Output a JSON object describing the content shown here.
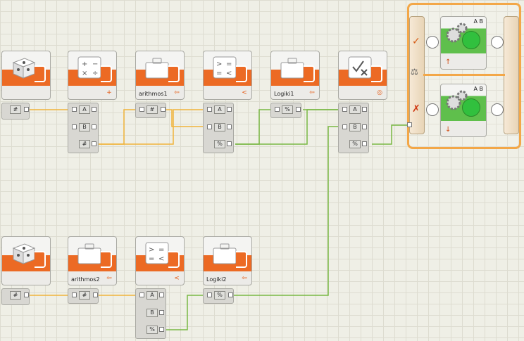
{
  "blocks": {
    "random1_badge": "#",
    "math_add": {
      "badge": "+",
      "plug_a": "A",
      "plug_b": "B",
      "out": "#"
    },
    "var_arithmos1": {
      "label": "arithmos1",
      "out": "#"
    },
    "compare1": {
      "badge": "<",
      "plug_a": "A",
      "plug_b": "B",
      "out": "%"
    },
    "var_logiki1": {
      "label": "Logiki1",
      "out": "%"
    },
    "logic_op": {
      "badge": "◎",
      "plug_a": "A",
      "plug_b": "B",
      "out": "%"
    },
    "random2_badge": "#",
    "var_arithmos2": {
      "label": "arithmos2",
      "out": "#"
    },
    "compare2": {
      "badge": "<",
      "plug_a": "A",
      "plug_b": "B",
      "out": "%"
    },
    "var_logiki2": {
      "label": "Logiki2",
      "out": "%"
    }
  },
  "switch": {
    "true_icon": "✓",
    "false_icon": "✗",
    "motor_top": {
      "ports": "A B",
      "direction": "↑"
    },
    "motor_bottom": {
      "ports": "A B",
      "direction": "↓"
    }
  },
  "colors": {
    "orange": "#ec6a24",
    "yellow_wire": "#f0b43a",
    "green_wire": "#79b843",
    "switch_border": "#f3a748",
    "motor_green": "#5fbf4c"
  }
}
